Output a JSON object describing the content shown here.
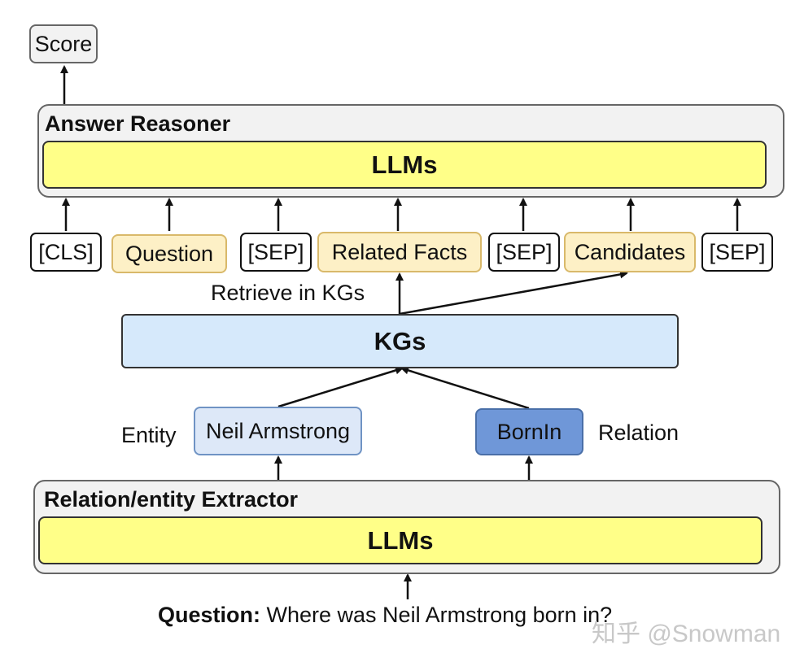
{
  "score": {
    "label": "Score"
  },
  "answer_reasoner": {
    "title": "Answer Reasoner",
    "llm_label": "LLMs"
  },
  "tokens": {
    "cls": "[CLS]",
    "question": "Question",
    "sep1": "[SEP]",
    "related_facts": "Related Facts",
    "sep2": "[SEP]",
    "candidates": "Candidates",
    "sep3": "[SEP]"
  },
  "retrieve_label": "Retrieve in KGs",
  "kgs": {
    "label": "KGs"
  },
  "entity": {
    "label": "Entity",
    "value": "Neil Armstrong"
  },
  "relation": {
    "label": "Relation",
    "value": "BornIn"
  },
  "extractor": {
    "title": "Relation/entity Extractor",
    "llm_label": "LLMs"
  },
  "question_line": {
    "prefix": "Question:",
    "text": "Where was Neil Armstrong born in?"
  },
  "watermark": "知乎 @Snowman",
  "colors": {
    "llm_fill": "#ffff88",
    "kg_fill": "#d6e9fb",
    "entity_fill": "#dde8f8",
    "relation_fill": "#6f97d8",
    "tan_fill": "#fdf0c6",
    "outer_fill": "#f2f2f2"
  }
}
